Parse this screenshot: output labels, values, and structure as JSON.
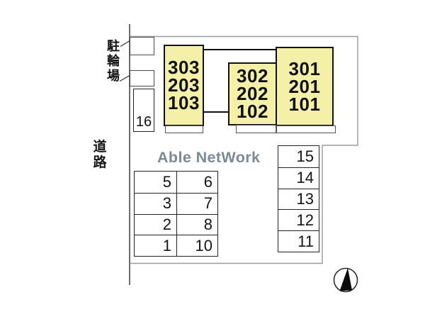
{
  "plan": {
    "watermark": "Able NetWork",
    "labels": {
      "bicycle_parking": "駐輪場",
      "road": "道路"
    },
    "buildings": [
      {
        "name": "west",
        "units": [
          "303",
          "203",
          "103"
        ]
      },
      {
        "name": "center",
        "units": [
          "302",
          "202",
          "102"
        ]
      },
      {
        "name": "east",
        "units": [
          "301",
          "201",
          "101"
        ]
      }
    ],
    "parking": {
      "space16": "16",
      "left_grid_rows": [
        [
          "5",
          "6"
        ],
        [
          "3",
          "7"
        ],
        [
          "2",
          "8"
        ],
        [
          "1",
          "10"
        ]
      ],
      "right_column": [
        "15",
        "14",
        "13",
        "12",
        "11"
      ]
    },
    "icons": {
      "compass": "north-arrow"
    },
    "colors": {
      "building_fill": "#F4F0A8",
      "outline": "#111111",
      "boundary_gray": "#9A9A9A",
      "watermark_gray": "#7D8A95"
    }
  }
}
